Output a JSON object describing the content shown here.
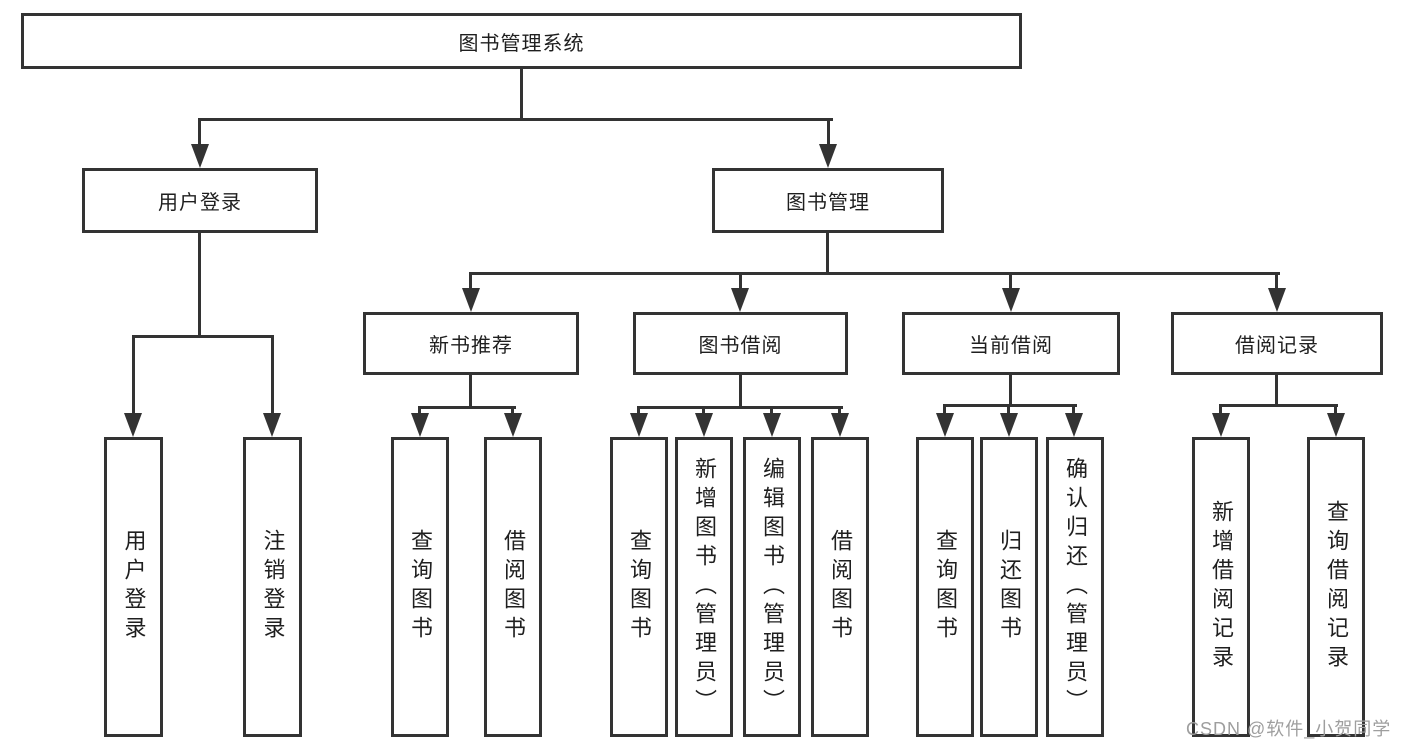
{
  "colors": {
    "line": "#333333",
    "text": "#1f1f1f",
    "watermark": "#9e9e9e",
    "background": "#ffffff"
  },
  "tree": {
    "root": "图书管理系统",
    "branches": [
      {
        "label": "用户登录",
        "children": [
          "用户登录",
          "注销登录"
        ]
      },
      {
        "label": "图书管理",
        "groups": [
          {
            "label": "新书推荐",
            "children": [
              "查询图书",
              "借阅图书"
            ]
          },
          {
            "label": "图书借阅",
            "children": [
              "查询图书",
              "新增图书（管理员）",
              "编辑图书（管理员）",
              "借阅图书"
            ]
          },
          {
            "label": "当前借阅",
            "children": [
              "查询图书",
              "归还图书",
              "确认归还（管理员）"
            ]
          },
          {
            "label": "借阅记录",
            "children": [
              "新增借阅记录",
              "查询借阅记录"
            ]
          }
        ]
      }
    ]
  },
  "watermark": {
    "text": "CSDN @软件_小贺同学"
  }
}
